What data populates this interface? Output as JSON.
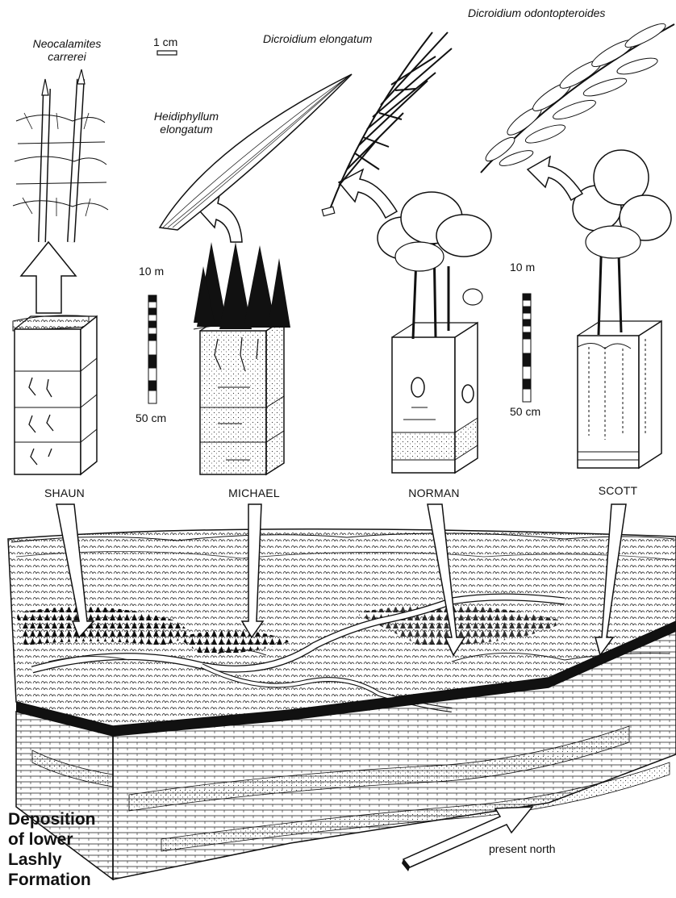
{
  "plants": {
    "neocalamites": "Neocalamites carrerei",
    "neocalamites_line1": "Neocalamites",
    "neocalamites_line2": "carrerei",
    "heidiphyllum_line1": "Heidiphyllum",
    "heidiphyllum_line2": "elongatum",
    "dicroidium_elongatum": "Dicroidium elongatum",
    "dicroidium_odontopteroides": "Dicroidium odontopteroides"
  },
  "scales": {
    "leaf_scale": "1 cm",
    "profile_top": "10 m",
    "profile_bottom": "50 cm"
  },
  "paleosols": [
    "SHAUN",
    "MICHAEL",
    "NORMAN",
    "SCOTT"
  ],
  "north_label": "present north",
  "title_lines": [
    "Deposition",
    "of lower",
    "Lashly",
    "Formation"
  ],
  "colors": {
    "ink": "#111111",
    "paper": "#ffffff",
    "stipple": "#555555"
  }
}
